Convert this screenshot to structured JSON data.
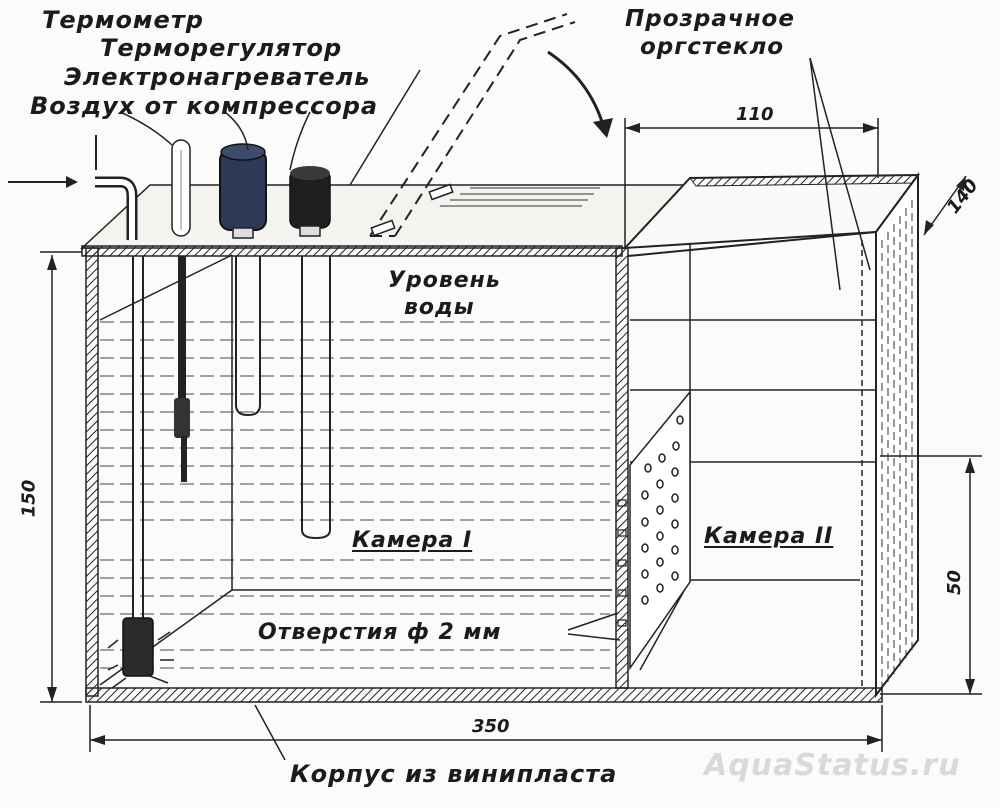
{
  "labels": {
    "thermometer": "Термометр",
    "thermoregulator": "Терморегулятор",
    "heater": "Электронагреватель",
    "air": "Воздух от компрессора",
    "plexiglass_line1": "Прозрачное",
    "plexiglass_line2": "оргстекло",
    "water_level_line1": "Уровень",
    "water_level_line2": "воды",
    "chamber1": "Камера I",
    "chamber2": "Камера II",
    "holes": "Отверстия ф 2 мм",
    "body": "Корпус из винипласта"
  },
  "dimensions": {
    "width": "350",
    "height": "150",
    "chamber2_width": "110",
    "depth": "140",
    "partition_height": "50"
  },
  "watermark": "AquaStatus.ru",
  "colors": {
    "ink": "#1b1b1b",
    "paper": "#fbfbf9",
    "heater_dark": "#2c3a55"
  }
}
